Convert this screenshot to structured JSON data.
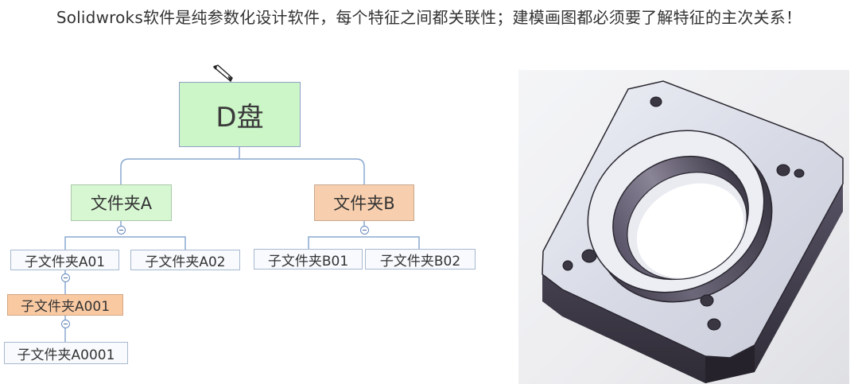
{
  "headline": "Solidwroks软件是纯参数化设计软件，每个特征之间都关联性；建模画图都必须要了解特征的主次关系！",
  "tree": {
    "root": "D盘",
    "folder_a": {
      "label": "文件夹A",
      "children": [
        "子文件夹A01",
        "子文件夹A02"
      ],
      "a01_child": "子文件夹A001",
      "a001_child": "子文件夹A0001"
    },
    "folder_b": {
      "label": "文件夹B",
      "children": [
        "子文件夹B01",
        "子文件夹B02"
      ]
    }
  },
  "colors": {
    "root_fill": "#ccf5c8",
    "folder_a_fill": "#d7f7d3",
    "folder_b_fill": "#f7cfae",
    "connector": "#8aa8d0",
    "part_body": "#d4d8e6",
    "part_side": "#4a4656"
  },
  "icons": [
    "pencil-cursor-icon",
    "collapse-node-icon"
  ]
}
